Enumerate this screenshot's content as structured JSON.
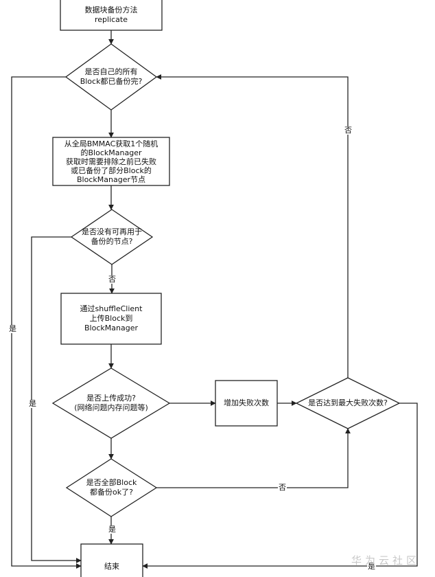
{
  "diagram": {
    "nodes": {
      "start_box": [
        "数据块备份方法",
        "replicate"
      ],
      "d_all_backed": [
        "是否自己的所有",
        "Block都已备份完?"
      ],
      "get_manager": [
        "从全局BMMAC获取1个随机",
        "的BlockManager",
        "获取时需要排除之前已失败",
        "或已备份了部分Block的",
        "BlockManager节点"
      ],
      "d_no_node": [
        "是否没有可再用于",
        "备份的节点?"
      ],
      "upload": [
        "通过shuffleClient",
        "上传Block到",
        "BlockManager"
      ],
      "d_upload_ok": [
        "是否上传成功?",
        "(网络问题内存问题等)"
      ],
      "d_all_ok": [
        "是否全部Block",
        "都备份ok了?"
      ],
      "inc_fail": [
        "增加失败次数"
      ],
      "d_max_fail": [
        "是否达到最大失败次数?"
      ],
      "end_box": [
        "结束"
      ]
    },
    "edges": {
      "no_node_no": "否",
      "all_ok_no": "否",
      "all_ok_yes": "是",
      "max_fail_no": "否",
      "max_fail_yes": "是",
      "all_backed_yes": "是",
      "no_node_yes": "是"
    }
  },
  "watermark": "华为云社区"
}
